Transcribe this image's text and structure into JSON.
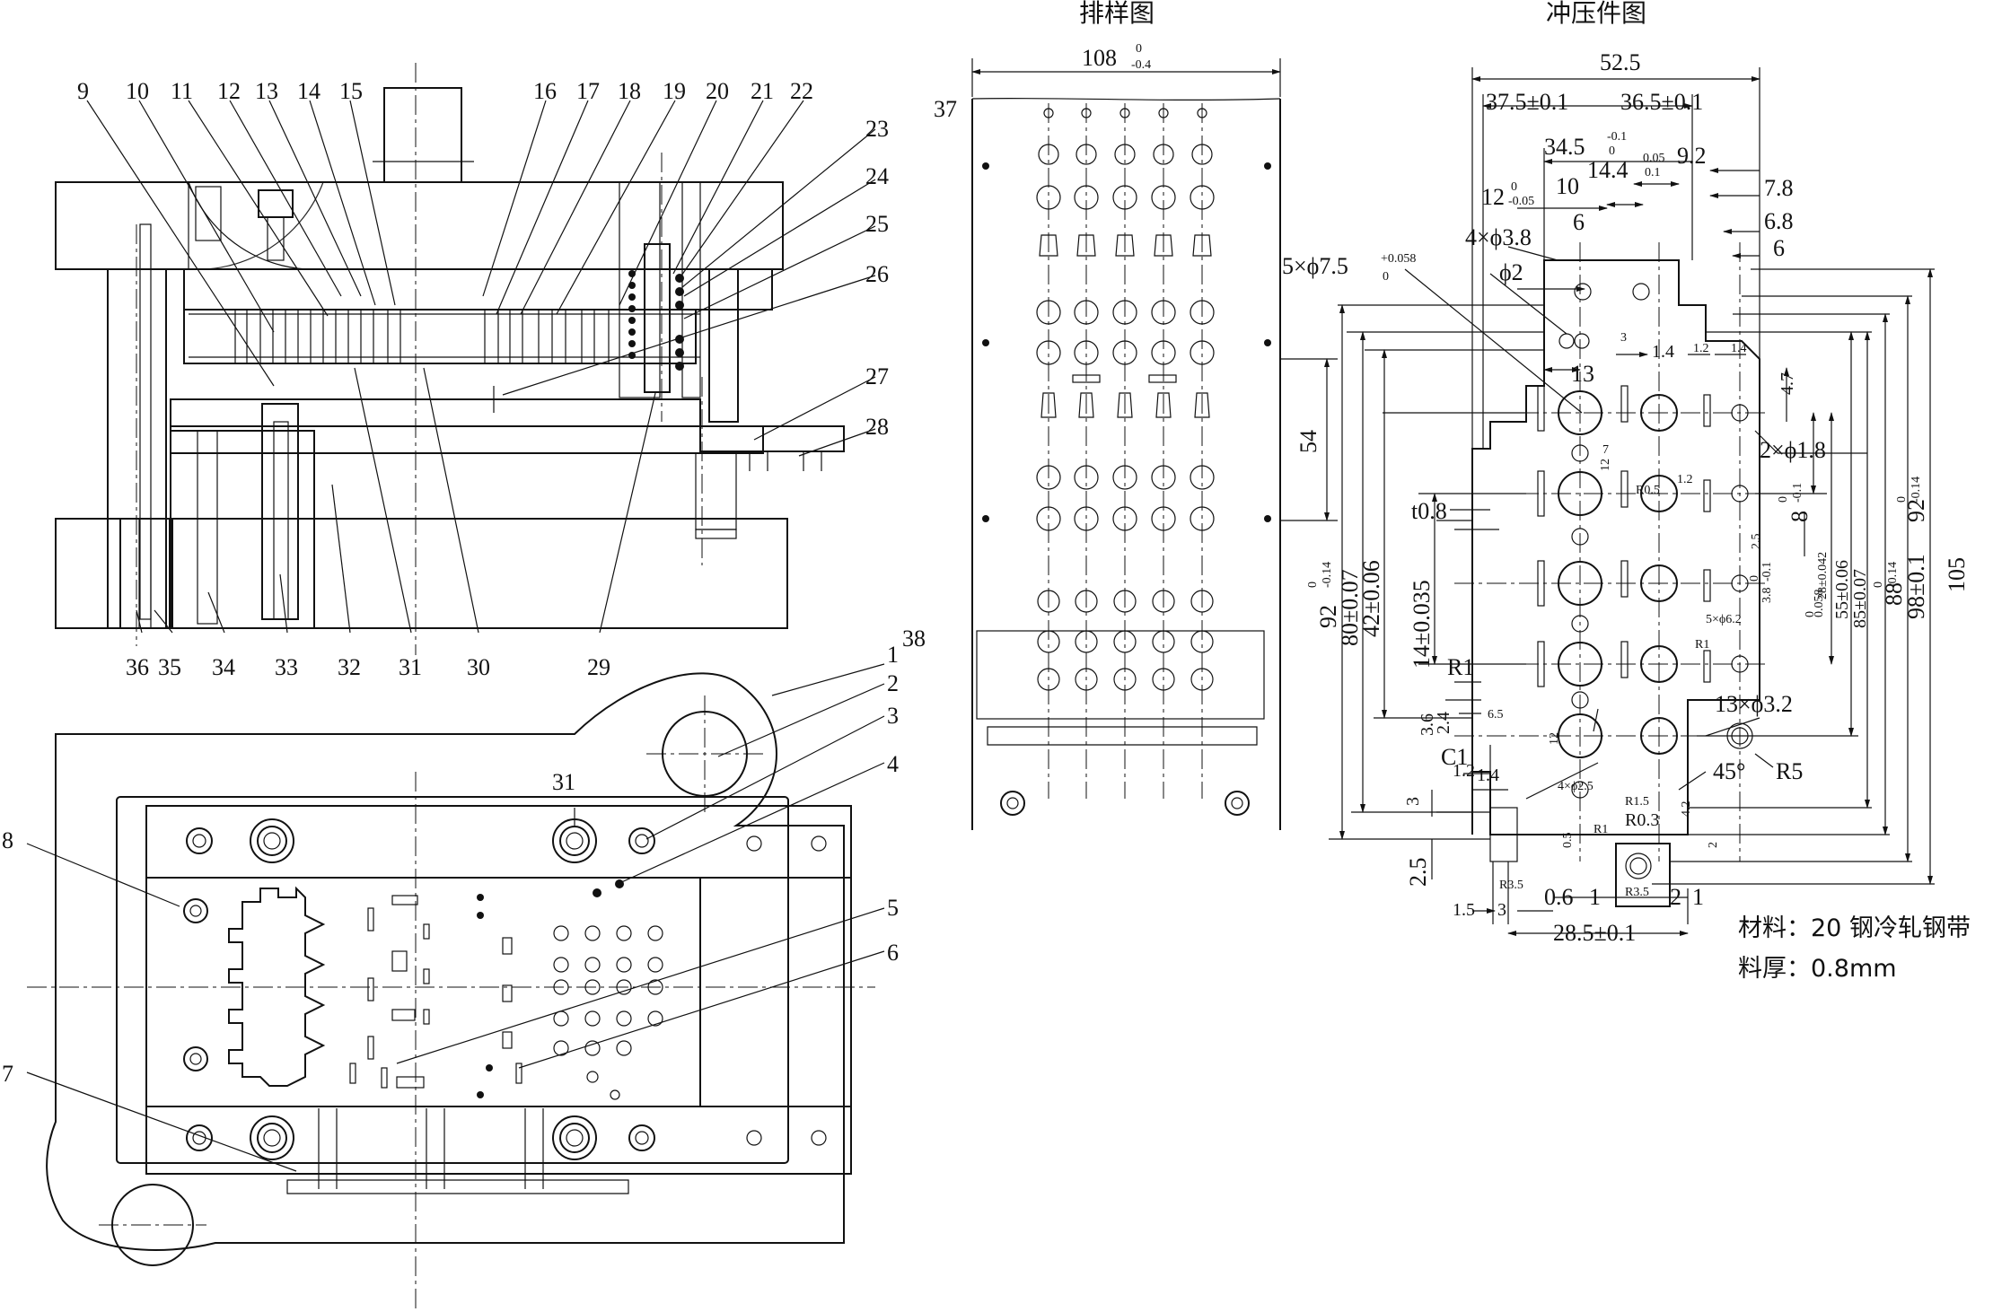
{
  "titles": {
    "layout": "排样图",
    "part": "冲压件图"
  },
  "part_numbers": [
    "1",
    "2",
    "3",
    "4",
    "5",
    "6",
    "7",
    "8",
    "9",
    "10",
    "11",
    "12",
    "13",
    "14",
    "15",
    "16",
    "17",
    "18",
    "19",
    "20",
    "21",
    "22",
    "23",
    "24",
    "25",
    "26",
    "27",
    "28",
    "29",
    "30",
    "31",
    "32",
    "33",
    "34",
    "35",
    "36",
    "37",
    "38"
  ],
  "layout_dims": {
    "width": "108",
    "width_tol_upper": "0",
    "width_tol_lower": "-0.4",
    "pitch": "54"
  },
  "part_dims": {
    "d52_5": "52.5",
    "d37_5": "37.5±0.1",
    "d36_5": "36.5±0.1",
    "d34_5": "34.5",
    "d34_5_tol": "-0.1",
    "d34_5_tol0": "0",
    "d9_2": "9.2",
    "d14_4": "14.4",
    "d14_4_tol": "0.05",
    "d14_4_tol2": "0.1",
    "d10": "10",
    "d12": "12",
    "d12_tol0": "0",
    "d12_tol": "-0.05",
    "d7_8": "7.8",
    "d6_8": "6.8",
    "d6": "6",
    "d6b": "6",
    "holes_3_8": "4×ϕ3.8",
    "holes_7_5": "5×ϕ7.5",
    "holes_7_5_tol": "+0.058",
    "holes_7_5_tol0": "0",
    "hole_2": "ϕ2",
    "d3": "3",
    "d1_4": "1.4",
    "d1_2": "1.2",
    "d1_4b": "1.4",
    "d13": "13",
    "d4_7": "4.7",
    "holes_1_8": "2×ϕ1.8",
    "d7": "7",
    "d12v": "12",
    "r0_5": "R0.5",
    "d1_2b": "1.2",
    "t0_8": "t0.8",
    "d8": "8",
    "d8_tol0": "0",
    "d8_tol": "-0.1",
    "d2_5": "2.5",
    "d3_8v": "3.8",
    "d3_8v_tol": "-0.1",
    "d3_8v_tol0": "0",
    "holes_6_2": "5×ϕ6.2",
    "holes_6_2_tol": "0.058",
    "holes_6_2_tol0": "0",
    "d28": "28±0.042",
    "d55": "55±0.06",
    "d85": "85±0.07",
    "d88": "88",
    "d88_tol0": "0",
    "d88_tol": "-0.14",
    "d98": "98±0.1",
    "d92r": "92",
    "d92r_tol0": "0",
    "d92r_tol": "-0.14",
    "d105": "105",
    "d92": "92",
    "d92_tol0": "0",
    "d92_tol": "-0.14",
    "d80": "80±0.07",
    "d42": "42±0.06",
    "d14": "14±0.035",
    "r1": "R1",
    "r1b": "R1",
    "d3_6": "3.6",
    "d2_4": "2.4",
    "d6_5": "6.5",
    "c1": "C1",
    "d1_2c": "1.2",
    "d1_4c": "1.4",
    "d12c": "12",
    "holes_3_2": "13×ϕ3.2",
    "r5": "R5",
    "a45": "45°",
    "holes_2_5": "4×ϕ2.5",
    "r1_5": "R1.5",
    "r0_3": "R0.3",
    "r1c": "R1",
    "d0_5": "0.5",
    "d3b": "3",
    "d4_2": "4.2",
    "d2": "2",
    "d2_5b": "2.5",
    "r3_5": "R3.5",
    "r3_5b": "R3.5",
    "d1_5": "1.5",
    "d3c": "3",
    "d0_6": "0.6",
    "d1": "1",
    "d2b": "2",
    "d1b": "1",
    "d28_5": "28.5±0.1"
  },
  "notes": {
    "material": "材料：20 钢冷轧钢带",
    "thickness": "料厚：0.8mm"
  }
}
